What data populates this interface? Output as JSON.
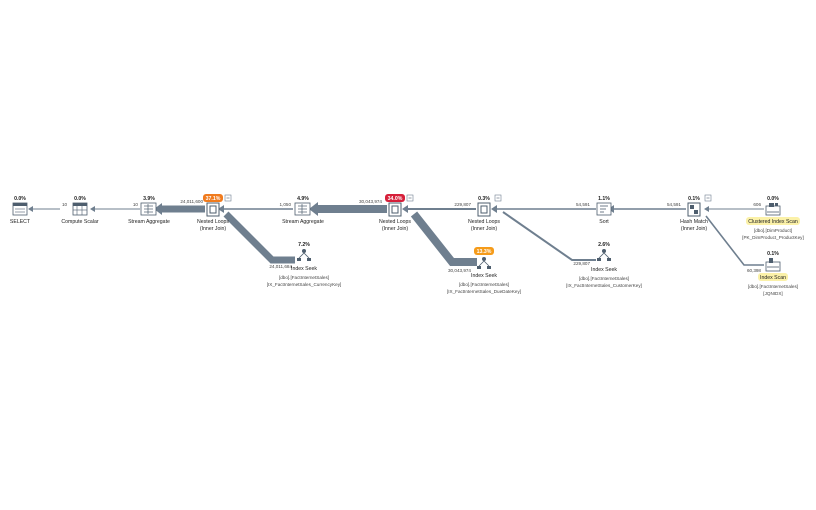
{
  "plan": {
    "colors": {
      "arrow": "#6f7f8f",
      "icon": "#4e5e6e",
      "cost_orange": "#f07b1e",
      "cost_red": "#d6203a",
      "cost_amber": "#f59b1a",
      "highlight": "#fbf1a8"
    },
    "operators": {
      "select": {
        "cost": "0.0%",
        "name": "SELECT"
      },
      "compute": {
        "cost": "0.0%",
        "name": "Compute Scalar"
      },
      "stream1": {
        "cost": "3.9%",
        "name": "Stream Aggregate"
      },
      "nl1": {
        "cost": "37.1%",
        "name": "Nested Loops",
        "sub": "(Inner Join)"
      },
      "stream2": {
        "cost": "4.9%",
        "name": "Stream Aggregate"
      },
      "nl2": {
        "cost": "34.0%",
        "name": "Nested Loops",
        "sub": "(Inner Join)"
      },
      "nl3": {
        "cost": "0.3%",
        "name": "Nested Loops",
        "sub": "(Inner Join)"
      },
      "sort": {
        "cost": "1.1%",
        "name": "Sort"
      },
      "hash": {
        "cost": "0.1%",
        "name": "Hash Match",
        "sub": "(Inner Join)"
      },
      "cis": {
        "cost": "0.0%",
        "name": "Clustered Index Scan",
        "sub1": "[dbo].[DimProduct]",
        "sub2": "[PK_DimProduct_ProductKey]"
      },
      "iscan": {
        "cost": "0.1%",
        "name": "Index Scan",
        "sub1": "[dbo].[FactInternetSales]",
        "sub2": "[JQNIDX]"
      },
      "seek_currency": {
        "cost": "7.2%",
        "name": "Index Seek",
        "sub1": "[dbo].[FactInternetSales]",
        "sub2": "[IX_FactInternetSales_CurrencyKey]"
      },
      "seek_duedate": {
        "cost": "13.3%",
        "name": "Index Seek",
        "sub1": "[dbo].[FactInternetSales]",
        "sub2": "[IX_FactInternetSales_DueDateKey]"
      },
      "seek_customer": {
        "cost": "2.6%",
        "name": "Index Seek",
        "sub1": "[dbo].[FactInternetSales]",
        "sub2": "[IX_FactInternetSales_CustomerKey]"
      }
    },
    "edges": {
      "compute_select": "10",
      "stream1_compute": "10",
      "nl1_stream1": "24,011,600",
      "stream2_nl1": "1,050",
      "nl2_stream2": "30,043,974",
      "nl3_nl2": "229,807",
      "sort_nl3": "54,591",
      "hash_sort": "54,591",
      "cis_hash": "606",
      "iscan_hash": "60,398",
      "seek_currency_nl1": "24,011,684",
      "seek_duedate_nl2": "30,043,974",
      "seek_customer_nl3": "229,807"
    }
  }
}
